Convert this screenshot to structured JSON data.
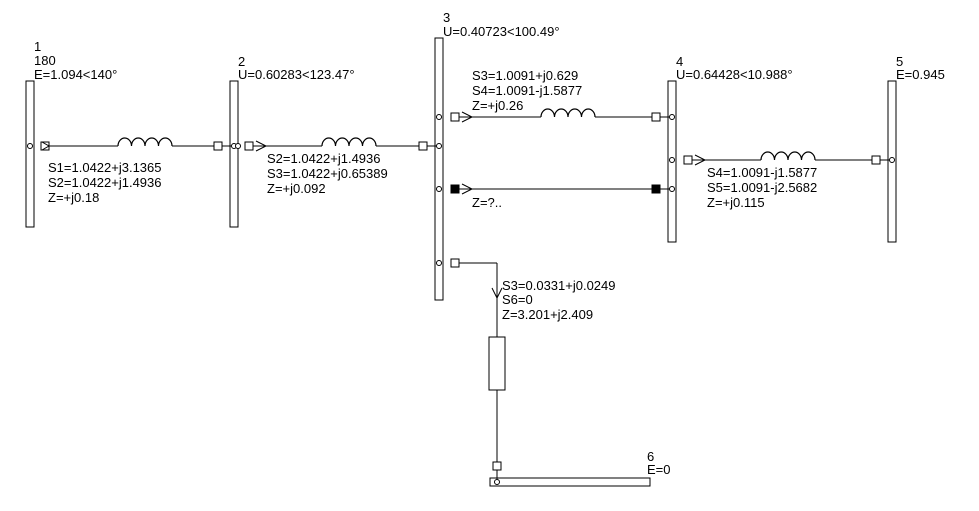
{
  "buses": [
    {
      "id": "bus-1",
      "lines": [
        "1",
        "180",
        "E=1.094<140°"
      ]
    },
    {
      "id": "bus-2",
      "lines": [
        "2",
        "U=0.60283<123.47°"
      ]
    },
    {
      "id": "bus-3",
      "lines": [
        "3",
        "U=0.40723<100.49°"
      ]
    },
    {
      "id": "bus-4",
      "lines": [
        "4",
        "U=0.64428<10.988°"
      ]
    },
    {
      "id": "bus-5",
      "lines": [
        "5",
        "E=0.945"
      ]
    },
    {
      "id": "bus-6",
      "lines": [
        "6",
        "E=0"
      ]
    }
  ],
  "branches": [
    {
      "id": "branch-1-2",
      "lines": [
        "S1=1.0422+j3.1365",
        "S2=1.0422+j1.4936",
        "Z=+j0.18"
      ]
    },
    {
      "id": "branch-2-3",
      "lines": [
        "S2=1.0422+j1.4936",
        "S3=1.0422+j0.65389",
        "Z=+j0.092"
      ]
    },
    {
      "id": "branch-3-4-top",
      "lines": [
        "S3=1.0091+j0.629",
        "S4=1.0091-j1.5877",
        "Z=+j0.26"
      ]
    },
    {
      "id": "branch-3-4-mid",
      "lines": [
        "Z=?.."
      ]
    },
    {
      "id": "branch-4-5",
      "lines": [
        "S4=1.0091-j1.5877",
        "S5=1.0091-j2.5682",
        "Z=+j0.115"
      ]
    },
    {
      "id": "branch-3-6",
      "lines": [
        "S3=0.0331+j0.0249",
        "S6=0",
        "Z=3.201+j2.409"
      ]
    }
  ]
}
